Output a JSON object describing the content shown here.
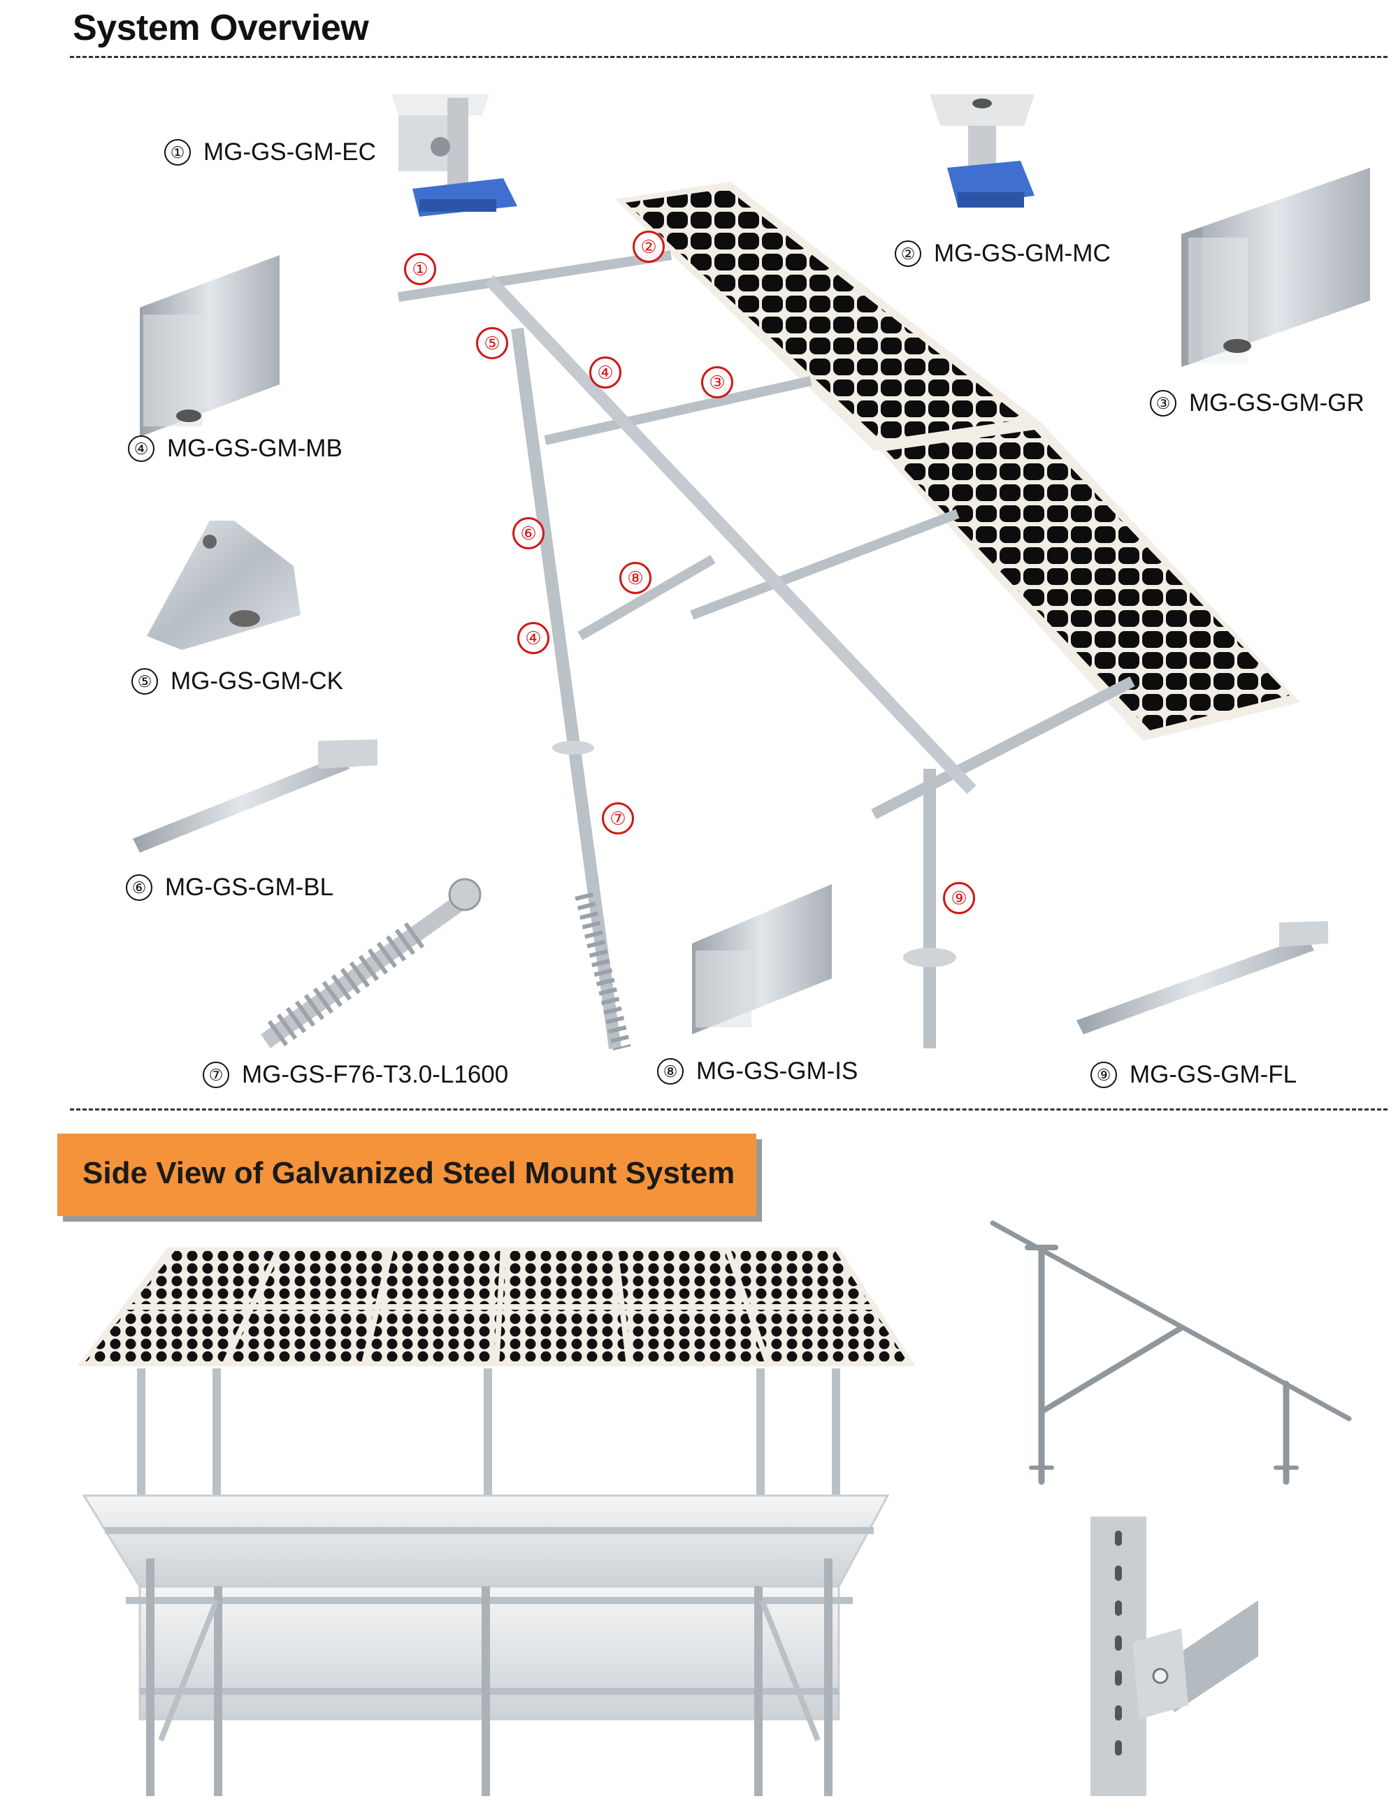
{
  "section_1": {
    "title": "System Overview"
  },
  "parts": [
    {
      "num": "①",
      "code": "MG-GS-GM-EC"
    },
    {
      "num": "②",
      "code": "MG-GS-GM-MC"
    },
    {
      "num": "③",
      "code": "MG-GS-GM-GR"
    },
    {
      "num": "④",
      "code": "MG-GS-GM-MB"
    },
    {
      "num": "⑤",
      "code": "MG-GS-GM-CK"
    },
    {
      "num": "⑥",
      "code": "MG-GS-GM-BL"
    },
    {
      "num": "⑦",
      "code": "MG-GS-F76-T3.0-L1600"
    },
    {
      "num": "⑧",
      "code": "MG-GS-GM-IS"
    },
    {
      "num": "⑨",
      "code": "MG-GS-GM-FL"
    }
  ],
  "callouts": [
    "①",
    "②",
    "⑤",
    "④",
    "③",
    "⑥",
    "⑧",
    "④",
    "⑦",
    "⑨"
  ],
  "section_2": {
    "title": "Side View of Galvanized Steel Mount System"
  },
  "colors": {
    "steel": "#b9c0c6",
    "panel_cell": "#111111",
    "panel_frame": "#f2eee6",
    "clamp_blue": "#3f6fd0",
    "callout_red": "#d01818",
    "banner": "#f4933a"
  }
}
